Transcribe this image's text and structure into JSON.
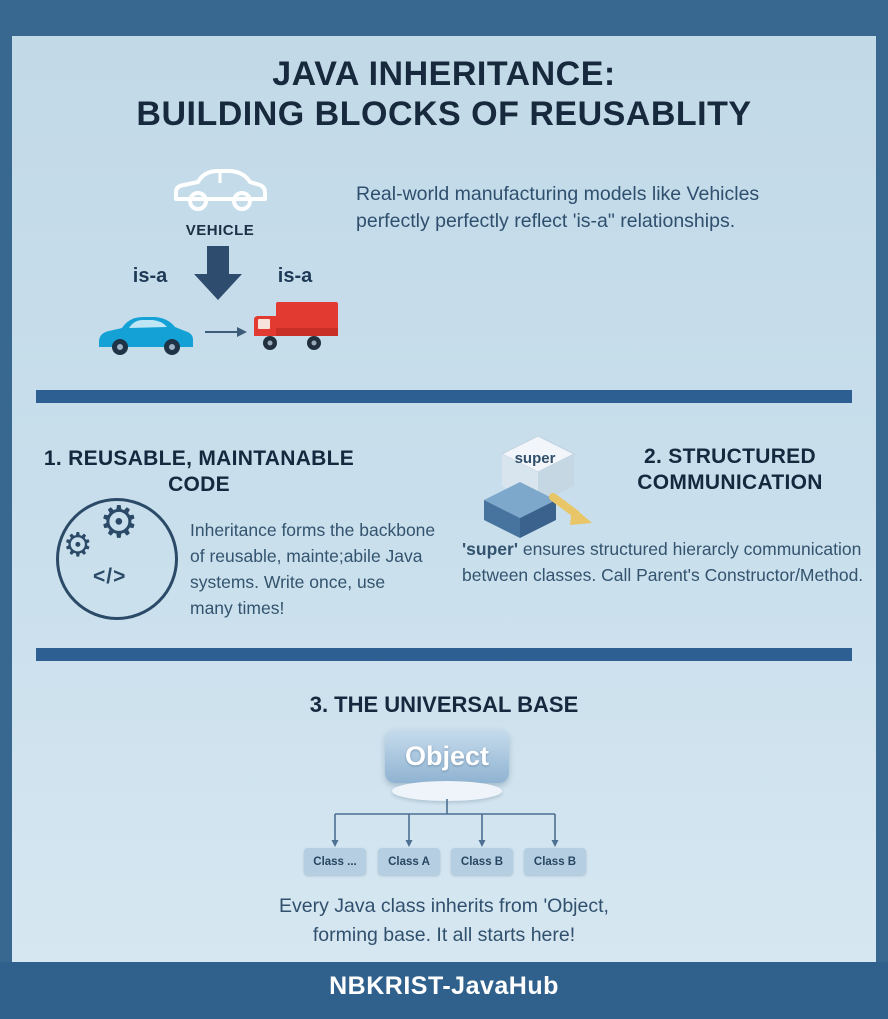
{
  "colors": {
    "frame": "#38678f",
    "divider": "#2d5f93",
    "title": "#17293d",
    "car_blue": "#14a2d6",
    "truck_red": "#e23a30",
    "arrow_dark": "#2e4d6e",
    "arrow_yellow": "#e8c566"
  },
  "title": {
    "line1": "JAVA INHERITANCE:",
    "line2": "BUILDING BLOCKS OF REUSABLITY"
  },
  "intro": {
    "vehicle_label": "VEHICLE",
    "is_a_left": "is-a",
    "is_a_right": "is-a",
    "desc_line1": "Real-world manufacturing models like Vehicles",
    "desc_line2": "perfectly perfectly reflect 'is-a\" relationships."
  },
  "section1": {
    "heading_line1": "1. REUSABLE, MAINTANABLE",
    "heading_line2": "CODE",
    "icons": {
      "gear": "⚙",
      "code": "</>"
    },
    "body_line1": "Inheritance forms the backbone",
    "body_line2": "of reusable, mainte;abile Java",
    "body_line3": "systems. Write once, use",
    "body_line4": "many times!"
  },
  "section2": {
    "cube_label": "super",
    "heading_line1": "2. STRUCTURED",
    "heading_line2": "COMMUNICATION",
    "body_bold": "'super'",
    "body_line1_rest": " ensures structured hierarcly communication",
    "body_line2": "between classes. Call Parent's Constructor/Method."
  },
  "section3": {
    "heading": "3. THE UNIVERSAL BASE",
    "object_label": "Object",
    "classes": [
      {
        "label": "Class ..."
      },
      {
        "label": "Class A"
      },
      {
        "label": "Class B"
      },
      {
        "label": "Class B"
      }
    ],
    "body_line1": "Every Java class inherits from 'Object,",
    "body_line2": "forming base. It all starts here!"
  },
  "footer": {
    "brand": "NBKRIST-JavaHub"
  }
}
